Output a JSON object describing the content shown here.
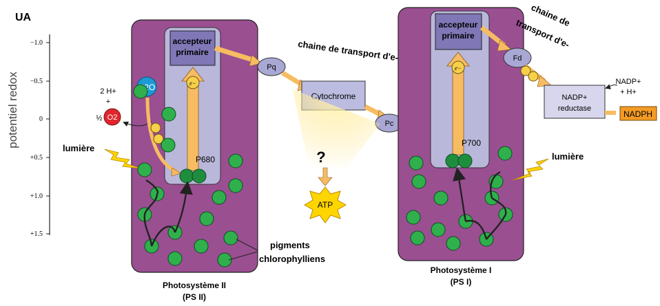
{
  "axis": {
    "unit": "UA",
    "title": "potentiel redox",
    "ticks": [
      "−1.0",
      "−0.5",
      "0",
      "+0.5",
      "+1.0",
      "+1.5"
    ]
  },
  "ps2": {
    "caption_line1": "Photosystème II",
    "caption_line2": "(PS II)",
    "acceptor_line1": "accepteur",
    "acceptor_line2": "primaire",
    "reaction_center": "P680",
    "water": "H2O",
    "oxygen": "O2",
    "proton_line1": "2 H+",
    "proton_line2": "+",
    "half": "½",
    "light": "lumière"
  },
  "ps1": {
    "caption_line1": "Photosystème I",
    "caption_line2": "(PS I)",
    "acceptor_line1": "accepteur",
    "acceptor_line2": "primaire",
    "reaction_center": "P700",
    "light": "lumière"
  },
  "chain": {
    "label_main": "chaine de transport d'e-",
    "label_right_line1": "chaine de",
    "label_right_line2": "transport d'e-",
    "pq": "Pq",
    "cytochrome": "Cytochrome",
    "pc": "Pc",
    "fd": "Fd",
    "reductase_line1": "NADP+",
    "reductase_line2": "reductase",
    "nadp_line1": "NADP+",
    "nadp_line2": "+ H+",
    "nadph": "NADPH",
    "atp": "ATP",
    "question": "?",
    "electron": "e−"
  },
  "pigments_line1": "pigments",
  "pigments_line2": "chlorophylliens",
  "colors": {
    "photosystem": "#9a4f91",
    "inner_box": "#b9b7da",
    "acceptor": "#7f77b6",
    "carrier": "#a9a7d3",
    "arrow": "#f7bc62",
    "pigment": "#2fb04c",
    "nadph": "#f39b25"
  }
}
